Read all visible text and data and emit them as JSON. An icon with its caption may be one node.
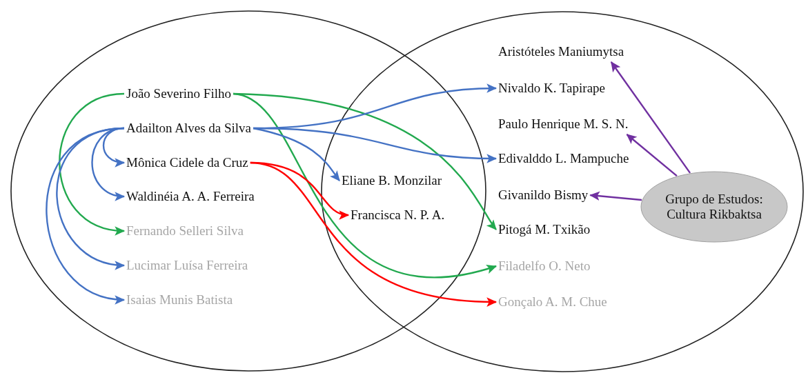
{
  "diagram": {
    "nodes": [
      {
        "text": [],
        "shape": "circle"
      },
      {
        "text": [],
        "shape": "circle"
      },
      {
        "text": [
          "João Severino Filho"
        ],
        "in": 0
      },
      {
        "text": [
          "Adailton Alves da Silva"
        ],
        "in": 0
      },
      {
        "text": [
          "Mônica Cidele da Cruz"
        ],
        "in": 0
      },
      {
        "text": [
          "Waldinéia A. A. Ferreira"
        ],
        "in": 0
      },
      {
        "text": [
          "Fernando Selleri Silva"
        ],
        "in": 0
      },
      {
        "text": [
          "Lucimar Luísa Ferreira"
        ],
        "in": 0
      },
      {
        "text": [
          "Isaias Munis Batista"
        ],
        "in": 0
      },
      {
        "text": [
          "Eliane B. Monzilar"
        ]
      },
      {
        "text": [
          "Francisca N. P. A."
        ]
      },
      {
        "text": [
          "Aristóteles Maniumytsa"
        ],
        "in": 1
      },
      {
        "text": [
          "Nivaldo K. Tapirape"
        ],
        "in": 1
      },
      {
        "text": [
          "Paulo Henrique M. S. N."
        ],
        "in": 1
      },
      {
        "text": [
          "Edivalddo L. Mampuche"
        ],
        "in": 1
      },
      {
        "text": [
          "Givanildo Bismy"
        ],
        "in": 1
      },
      {
        "text": [
          "Pitogá M. Txikão"
        ],
        "in": 1
      },
      {
        "text": [
          "Filadelfo O. Neto"
        ],
        "in": 1
      },
      {
        "text": [
          "Gonçalo A. M. Chue"
        ],
        "in": 1
      },
      {
        "text": [
          "Grupo de Estudos: Cultura Rikbaktsa"
        ],
        "in": 1
      }
    ],
    "edges": [
      {
        "from": 2,
        "to": 6,
        "arrow": "to",
        "color": "#22a94f"
      },
      {
        "from": 2,
        "to": 16,
        "arrow": "to",
        "color": "#22a94f"
      },
      {
        "from": 2,
        "to": 17,
        "arrow": "to",
        "color": "#22a94f"
      },
      {
        "from": 3,
        "to": 4,
        "arrow": "to"
      },
      {
        "from": 3,
        "to": 5,
        "arrow": "to"
      },
      {
        "from": 3,
        "to": 7,
        "arrow": "to"
      },
      {
        "from": 3,
        "to": 8,
        "arrow": "to"
      },
      {
        "from": 3,
        "to": 9,
        "arrow": "to"
      },
      {
        "from": 3,
        "to": 12,
        "arrow": "to"
      },
      {
        "from": 3,
        "to": 14,
        "arrow": "to"
      },
      {
        "from": 4,
        "to": 10,
        "arrow": "to",
        "color": "#ff0000"
      },
      {
        "from": 4,
        "to": 18,
        "arrow": "to",
        "color": "#ff0000"
      },
      {
        "from": 19,
        "to": 11,
        "arrow": "to",
        "color": "#7030a0"
      },
      {
        "from": 19,
        "to": 13,
        "arrow": "to",
        "color": "#7030a0"
      },
      {
        "from": 19,
        "to": 15,
        "arrow": "to",
        "color": "#7030a0"
      }
    ]
  }
}
